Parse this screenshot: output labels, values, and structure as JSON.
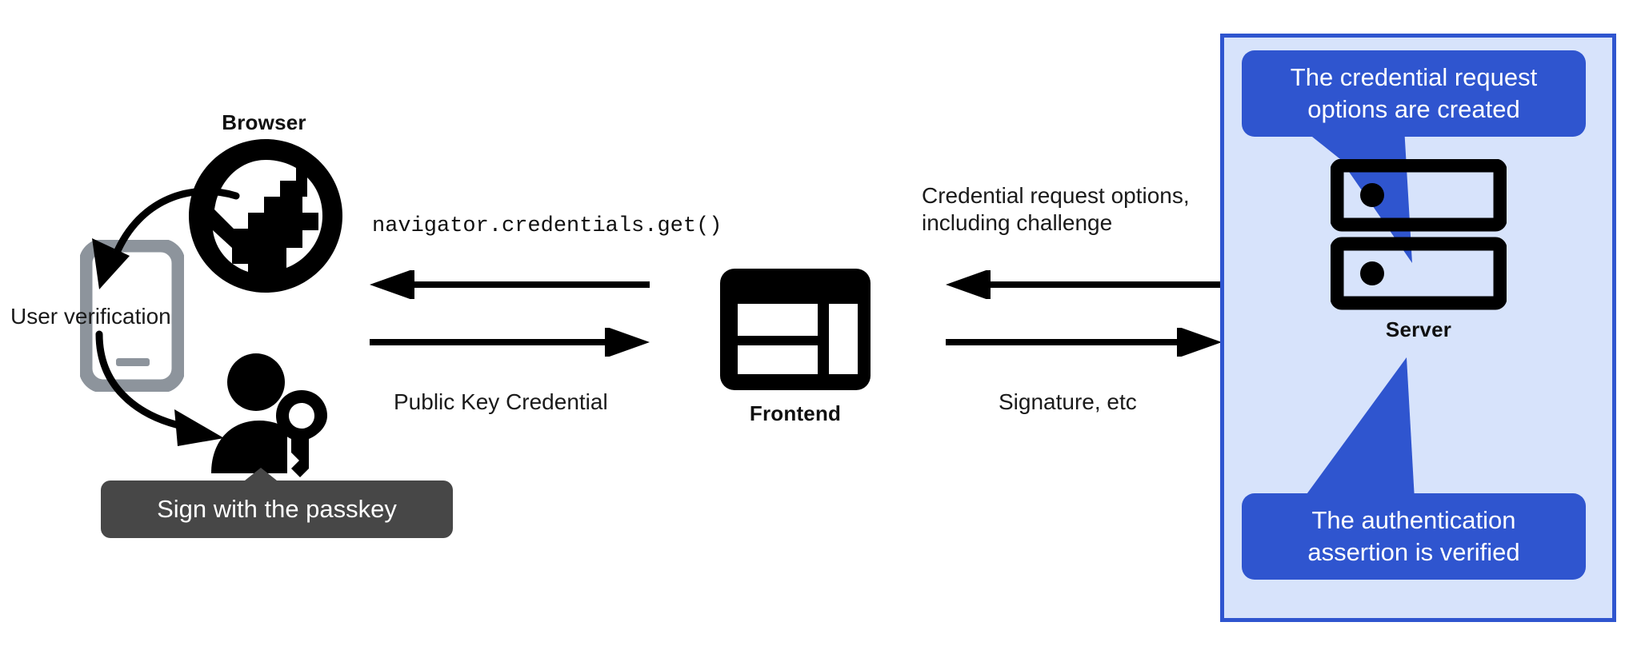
{
  "diagram": {
    "title": "WebAuthn passkey authentication flow",
    "background": "#ffffff",
    "colors": {
      "accent_blue": "#2f55cf",
      "panel_fill": "#d7e3fb",
      "tooltip_dark": "#474747",
      "ink": "#101010",
      "phone_gray": "#8d949c"
    }
  },
  "browser": {
    "label": "Browser",
    "icon": "globe-icon"
  },
  "device": {
    "icon": "smartphone-icon",
    "overlay_label": "User verification"
  },
  "user": {
    "icon": "person-with-key-icon",
    "tooltip": "Sign with the passkey"
  },
  "frontend": {
    "label": "Frontend",
    "icon": "web-layout-icon"
  },
  "server": {
    "label": "Server",
    "icon": "server-racks-icon",
    "callout_top": "The credential request\noptions are created",
    "callout_bottom": "The authentication\nassertion is verified"
  },
  "flows": {
    "browser_to_frontend_label": "navigator.credentials.get()",
    "frontend_to_browser_label": "Public Key Credential",
    "server_to_frontend_label": "Credential request options,\nincluding challenge",
    "frontend_to_server_label": "Signature, etc"
  }
}
